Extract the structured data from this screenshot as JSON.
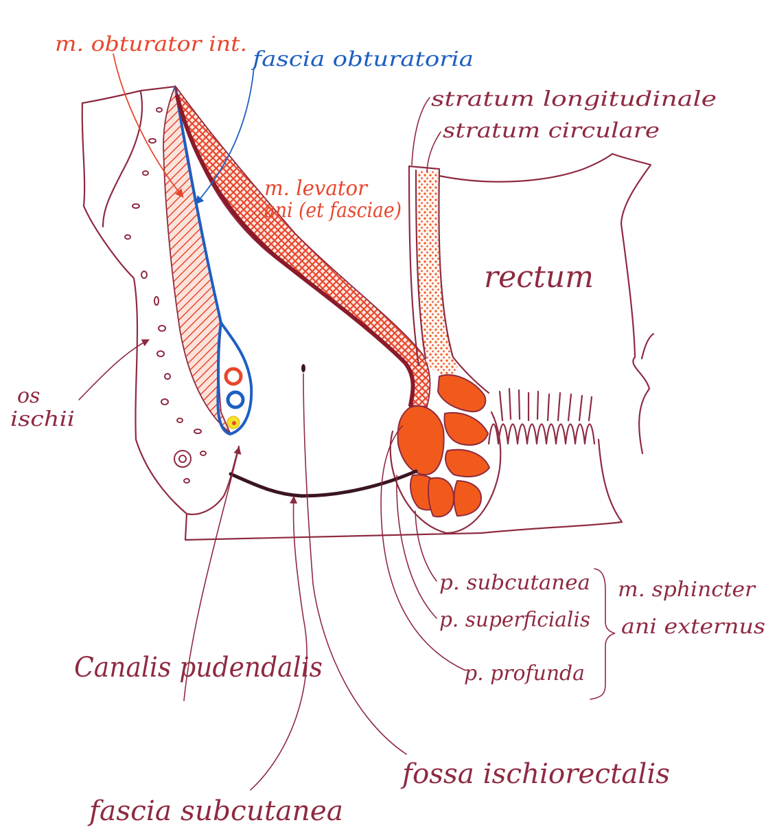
{
  "labels": {
    "obturator_internus": "m. obturator int.",
    "fascia_obturatoria": "fascia obturatoria",
    "stratum_longitudinale": "stratum longitudinale",
    "stratum_circulare": "stratum circulare",
    "levator_ani_line1": "m. levator",
    "levator_ani_line2": "ani (et fasciae)",
    "rectum": "rectum",
    "os_ischii_line1": "os",
    "os_ischii_line2": "ischii",
    "p_subcutanea": "p. subcutanea",
    "p_superficialis": "p. superficialis",
    "p_profunda": "p. profunda",
    "sphincter_line1": "m. sphincter",
    "sphincter_line2": "ani externus",
    "canalis_pudendalis": "Canalis pudendalis",
    "fossa_ischiorectalis": "fossa ischiorectalis",
    "fascia_subcutanea": "fascia subcutanea"
  },
  "colors": {
    "outline": "#8e2a40",
    "label": "#8e2a40",
    "obturator": "#e8462c",
    "fascia": "#1d5fc2",
    "sphincter": "#f25a1c",
    "dark": "#3a1620",
    "yellow": "#f5e12a"
  }
}
